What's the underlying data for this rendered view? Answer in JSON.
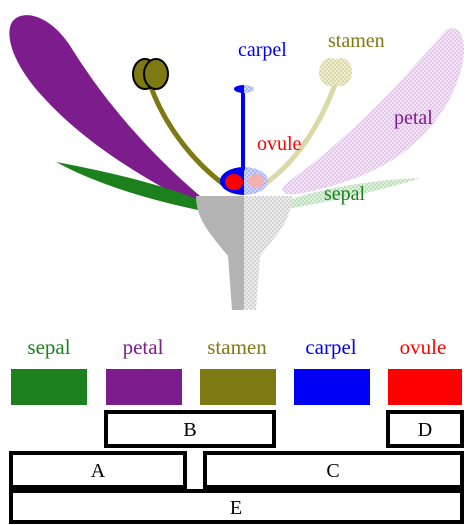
{
  "flower": {
    "labels": {
      "carpel": "carpel",
      "stamen": "stamen",
      "petal": "petal",
      "ovule": "ovule",
      "sepal": "sepal"
    }
  },
  "legend": [
    {
      "label": "sepal",
      "color": "#1c801c"
    },
    {
      "label": "petal",
      "color": "#7d1c8c"
    },
    {
      "label": "stamen",
      "color": "#7d7a14"
    },
    {
      "label": "carpel",
      "color": "#0000f5"
    },
    {
      "label": "ovule",
      "color": "#ff0000"
    }
  ],
  "label_colors": {
    "sepal": "#1c801c",
    "petal": "#7d1c8c",
    "stamen": "#7d7a14",
    "carpel": "#0000f5",
    "ovule": "#ff0000"
  },
  "gene_boxes": {
    "A": "A",
    "B": "B",
    "C": "C",
    "D": "D",
    "E": "E"
  }
}
